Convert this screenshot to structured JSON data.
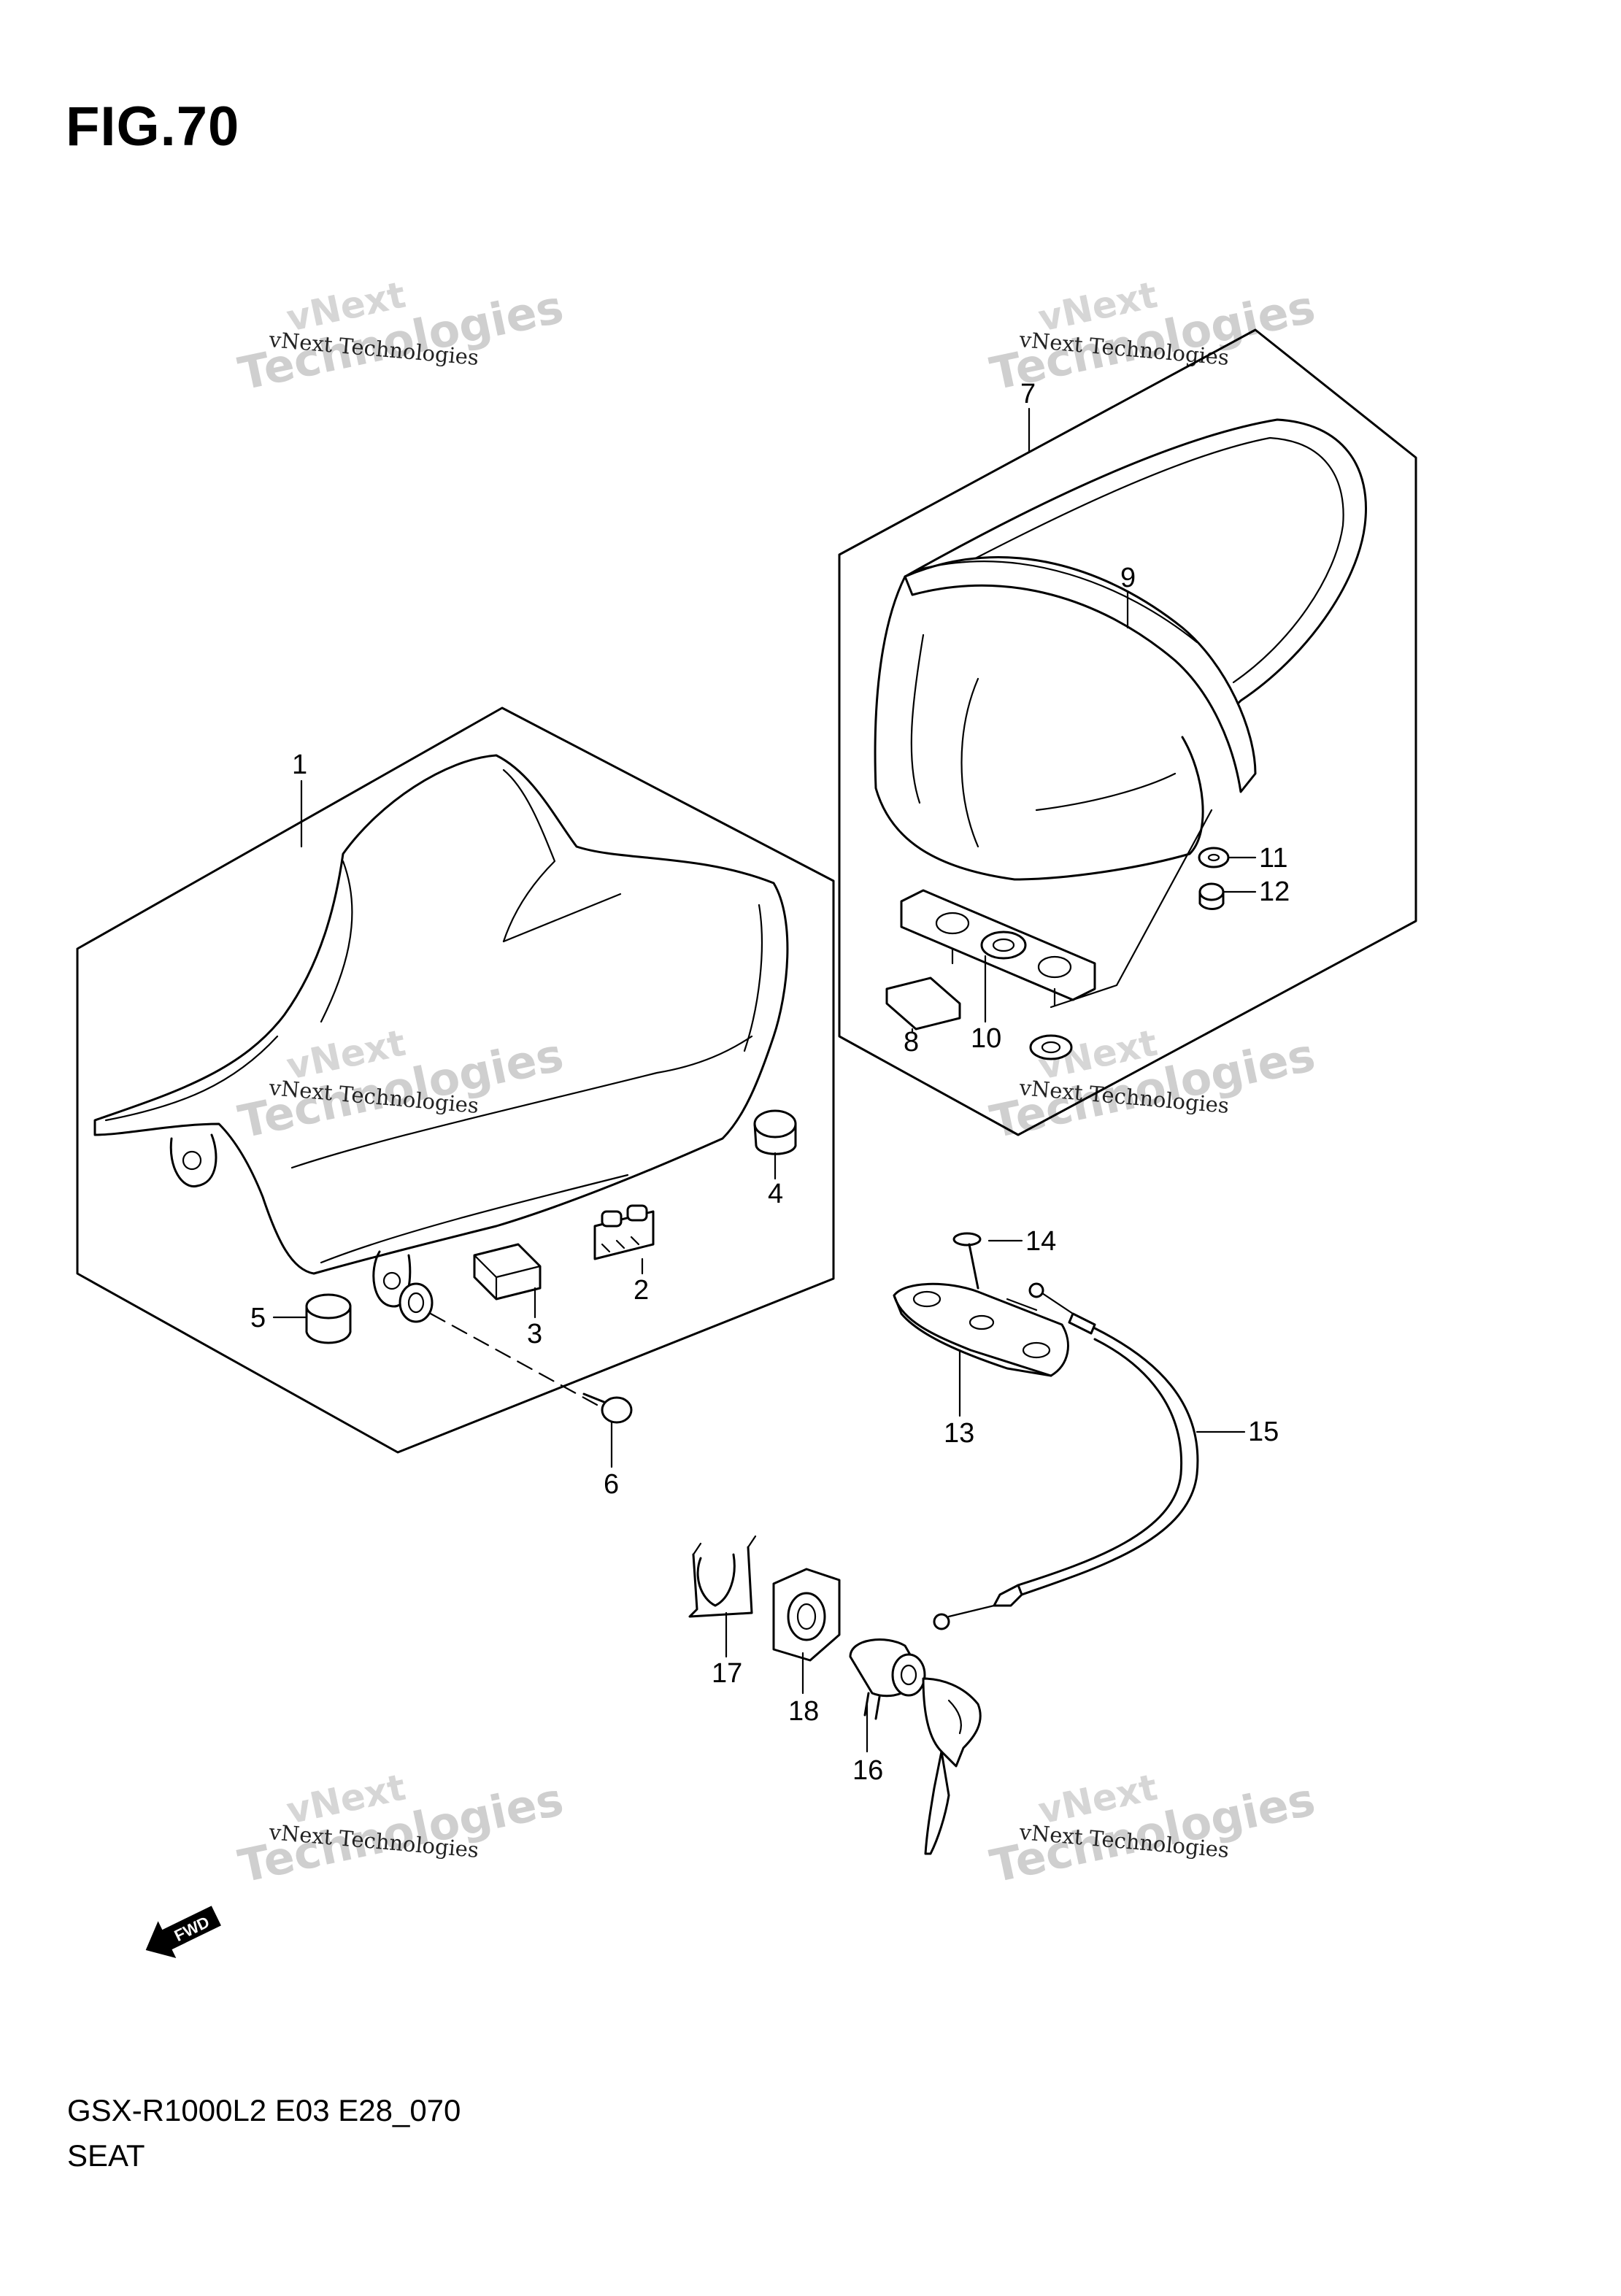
{
  "figure": {
    "title": "FIG.70",
    "model_code": "GSX-R1000L2 E03 E28_070",
    "section_name": "SEAT"
  },
  "parts": [
    {
      "number": "1",
      "part": "front-seat"
    },
    {
      "number": "2",
      "part": "seat-bracket-cushion"
    },
    {
      "number": "3",
      "part": "seat-pad"
    },
    {
      "number": "4",
      "part": "seat-cushion"
    },
    {
      "number": "5",
      "part": "seat-cushion"
    },
    {
      "number": "6",
      "part": "seat-bolt"
    },
    {
      "number": "7",
      "part": "rear-seat-assembly"
    },
    {
      "number": "9",
      "part": "seat-tail-cover"
    },
    {
      "number": "8",
      "part": "seat-pad"
    },
    {
      "number": "10",
      "part": "seat-bracket"
    },
    {
      "number": "11",
      "part": "washer"
    },
    {
      "number": "12",
      "part": "nut"
    },
    {
      "number": "14",
      "part": "screw"
    },
    {
      "number": "13",
      "part": "seat-lock"
    },
    {
      "number": "15",
      "part": "seat-lock-cable"
    },
    {
      "number": "16",
      "part": "seat-lock-cylinder-and-key"
    },
    {
      "number": "17",
      "part": "lock-holder"
    },
    {
      "number": "18",
      "part": "lock-plate"
    }
  ],
  "watermarks": [
    {
      "small": "vNext Technologies",
      "big_top": "vNext",
      "big": "Technologies"
    },
    {
      "small": "vNext Technologies",
      "big_top": "vNext",
      "big": "Technologies"
    },
    {
      "small": "vNext Technologies",
      "big_top": "vNext",
      "big": "Technologies"
    },
    {
      "small": "vNext Technologies",
      "big_top": "vNext",
      "big": "Technologies"
    },
    {
      "small": "vNext Technologies",
      "big_top": "vNext",
      "big": "Technologies"
    },
    {
      "small": "vNext Technologies",
      "big_top": "vNext",
      "big": "Technologies"
    }
  ],
  "direction_indicator": {
    "label": "FWD"
  }
}
